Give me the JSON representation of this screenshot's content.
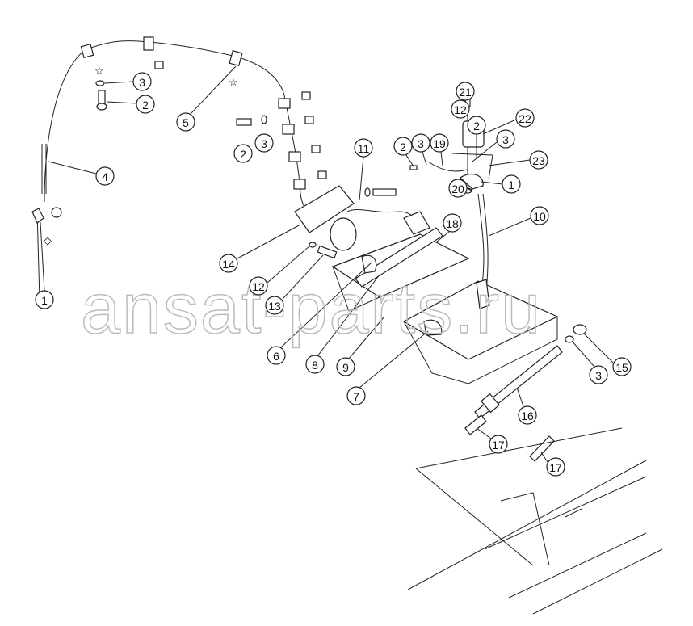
{
  "diagram": {
    "callouts": [
      "1",
      "2",
      "3",
      "4",
      "5",
      "2",
      "3",
      "11",
      "14",
      "12",
      "13",
      "6",
      "8",
      "9",
      "7",
      "18",
      "10",
      "21",
      "12",
      "22",
      "2",
      "2",
      "3",
      "19",
      "3",
      "23",
      "20",
      "1",
      "15",
      "3",
      "16",
      "17",
      "17"
    ],
    "watermark": "ansat-parts.ru",
    "symbols": [
      "star",
      "star",
      "diamond",
      "square"
    ]
  }
}
